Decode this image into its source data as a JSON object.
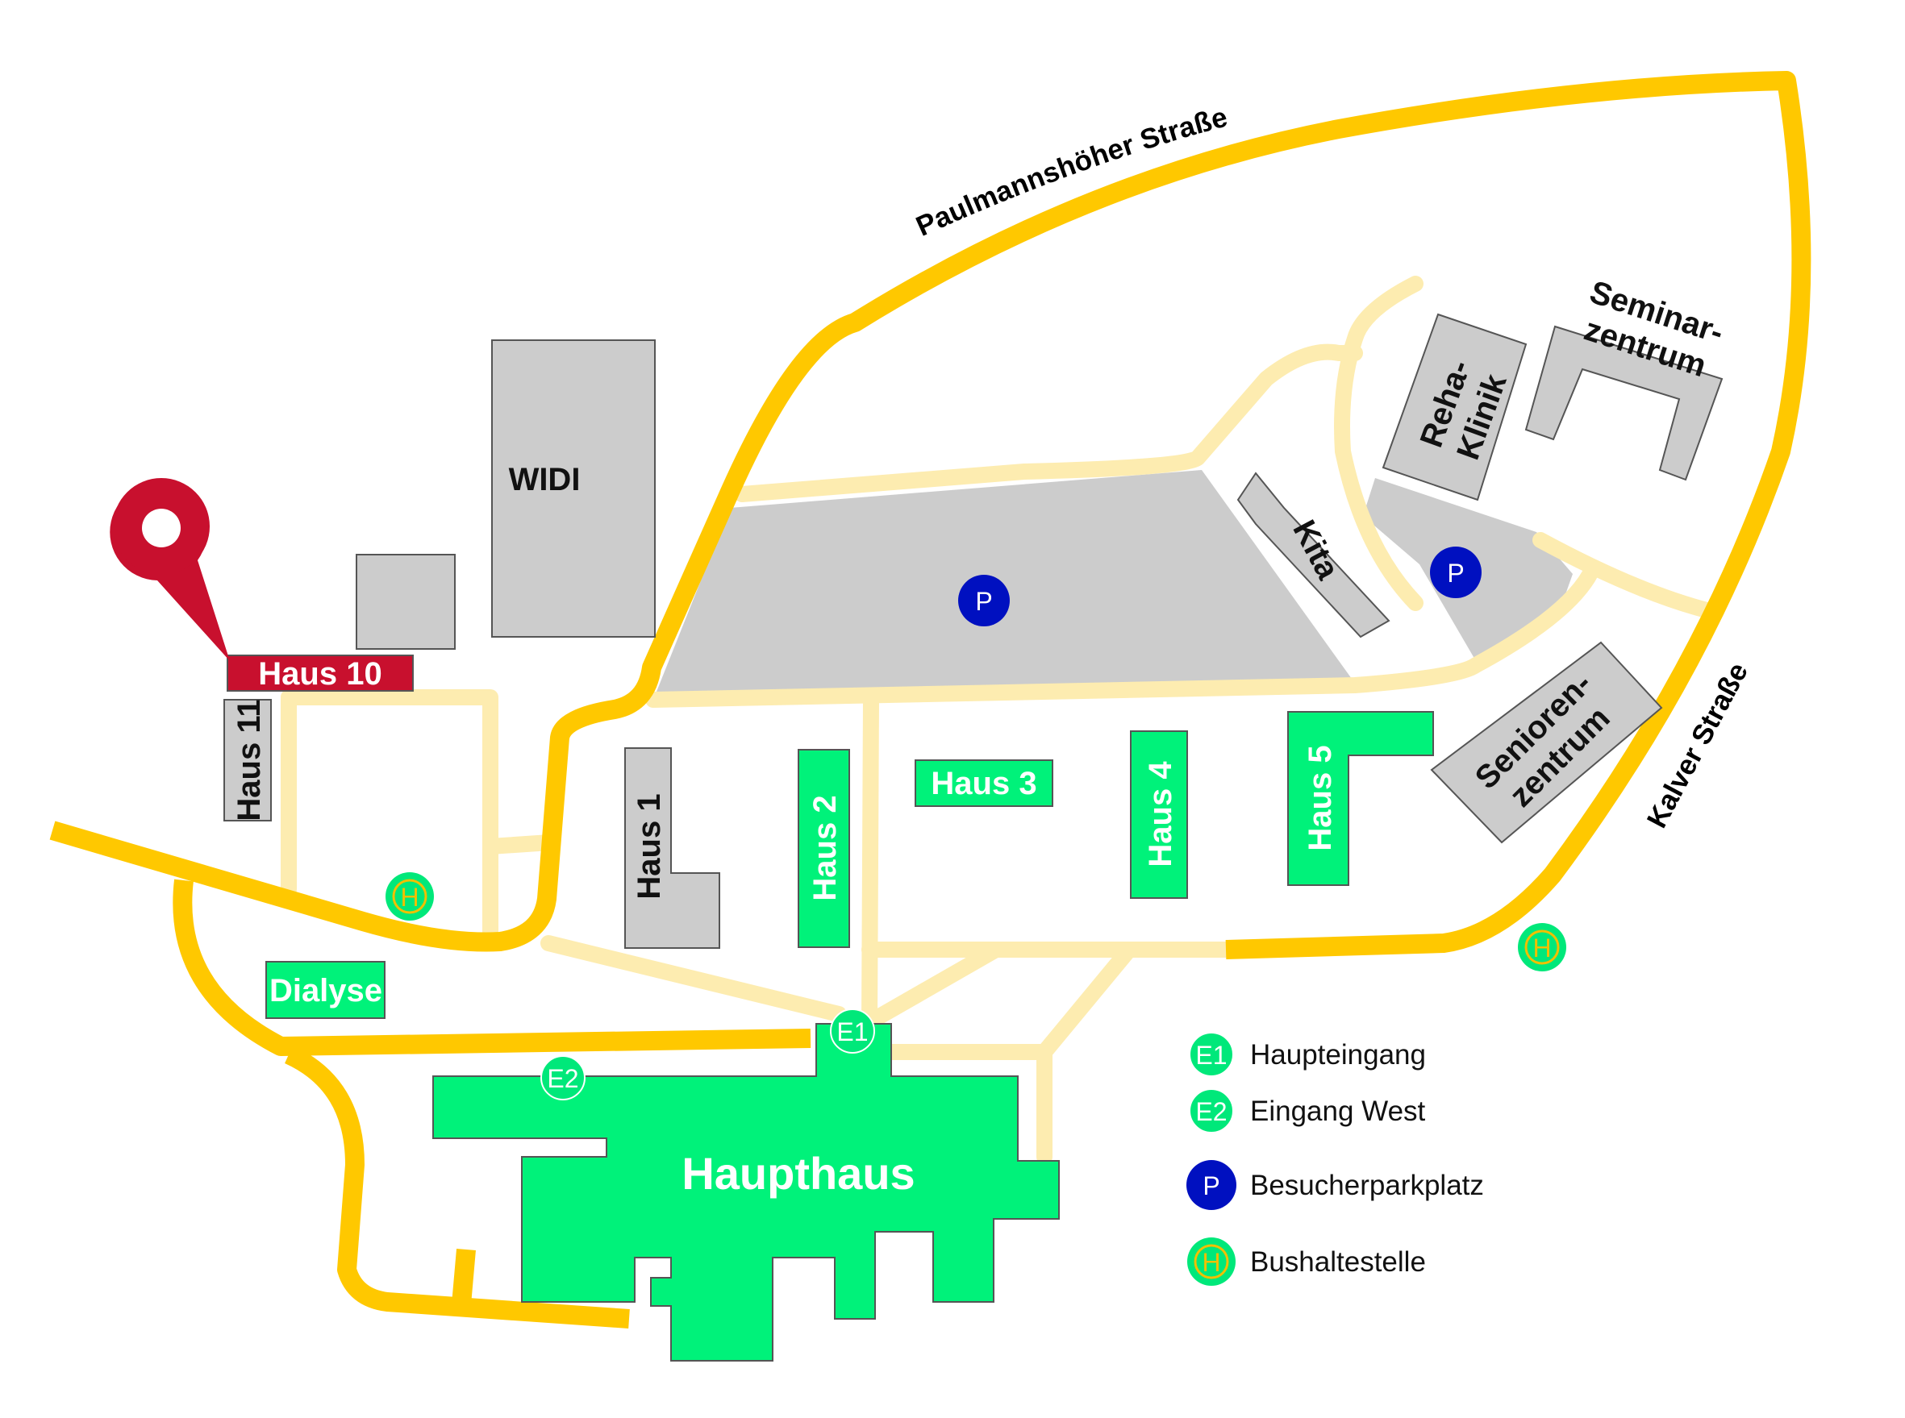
{
  "colors": {
    "main_road": "#ffc800",
    "path": "#fdecb0",
    "building_grey": "#cccccc",
    "building_green": "#00f27a",
    "highlight_red": "#c8102e",
    "parking_blue": "#0010c0",
    "bus_green": "#00e87a",
    "bus_letter": "#f0c000"
  },
  "streets": {
    "paulmann": "Paulmannshöher Straße",
    "kalver": "Kalver Straße"
  },
  "buildings": {
    "haus10": "Haus 10",
    "haus11": "Haus 11",
    "widi": "WIDI",
    "haus1": "Haus 1",
    "haus2": "Haus 2",
    "haus3": "Haus 3",
    "haus4": "Haus 4",
    "haus5": "Haus 5",
    "dialyse": "Dialyse",
    "haupthaus": "Haupthaus",
    "kita": "Kita",
    "reha_1": "Reha-",
    "reha_2": "Klinik",
    "seminar_1": "Seminar-",
    "seminar_2": "zentrum",
    "senioren_1": "Senioren-",
    "senioren_2": "zentrum"
  },
  "markers": {
    "e1": "E1",
    "e2": "E2",
    "parking": "P",
    "bus": "H"
  },
  "legend": {
    "items": [
      {
        "symbol": "E1",
        "kind": "entrance",
        "label": "Haupteingang"
      },
      {
        "symbol": "E2",
        "kind": "entrance",
        "label": "Eingang West"
      },
      {
        "symbol": "P",
        "kind": "parking",
        "label": "Besucherparkplatz"
      },
      {
        "symbol": "H",
        "kind": "bus",
        "label": "Bushaltestelle"
      }
    ]
  }
}
